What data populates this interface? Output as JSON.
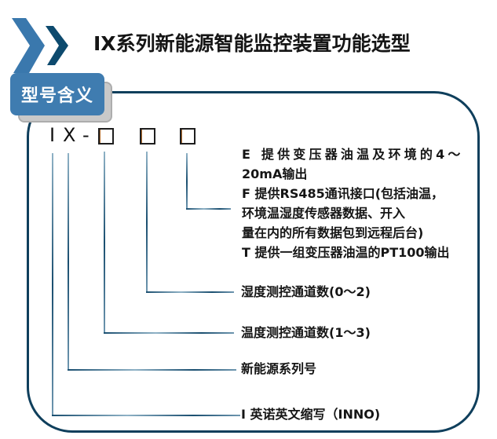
{
  "header": {
    "title": "IX系列新能源智能监控装置功能选型",
    "icon": "double-chevron-right-icon"
  },
  "label": {
    "text": "型号含义"
  },
  "model_code": {
    "chars": [
      "I",
      "X",
      "-",
      "□",
      "□",
      "□"
    ]
  },
  "legend": {
    "option_code_lines": [
      "E 提供变压器油温及环境的4～",
      "20mA输出",
      "F 提供RS485通讯接口(包括油温，",
      "环境温湿度传感器数据、开入",
      "量在内的所有数据包到远程后台)",
      "T 提供一组变压器油温的PT100输出"
    ],
    "humidity_channels": "湿度测控通道数(0～2)",
    "temperature_channels": "温度测控通道数(1～3)",
    "series": "新能源系列号",
    "brand": "I 英诺英文缩写（INNO)"
  },
  "colors": {
    "chevron_light": "#3a78ad",
    "chevron_dark": "#0d4a6e",
    "label_blue": "#3f7cb0",
    "frame": "#0f3f5c",
    "leader_dark": "#1b4f70",
    "leader_light": "#8fb2c6"
  }
}
